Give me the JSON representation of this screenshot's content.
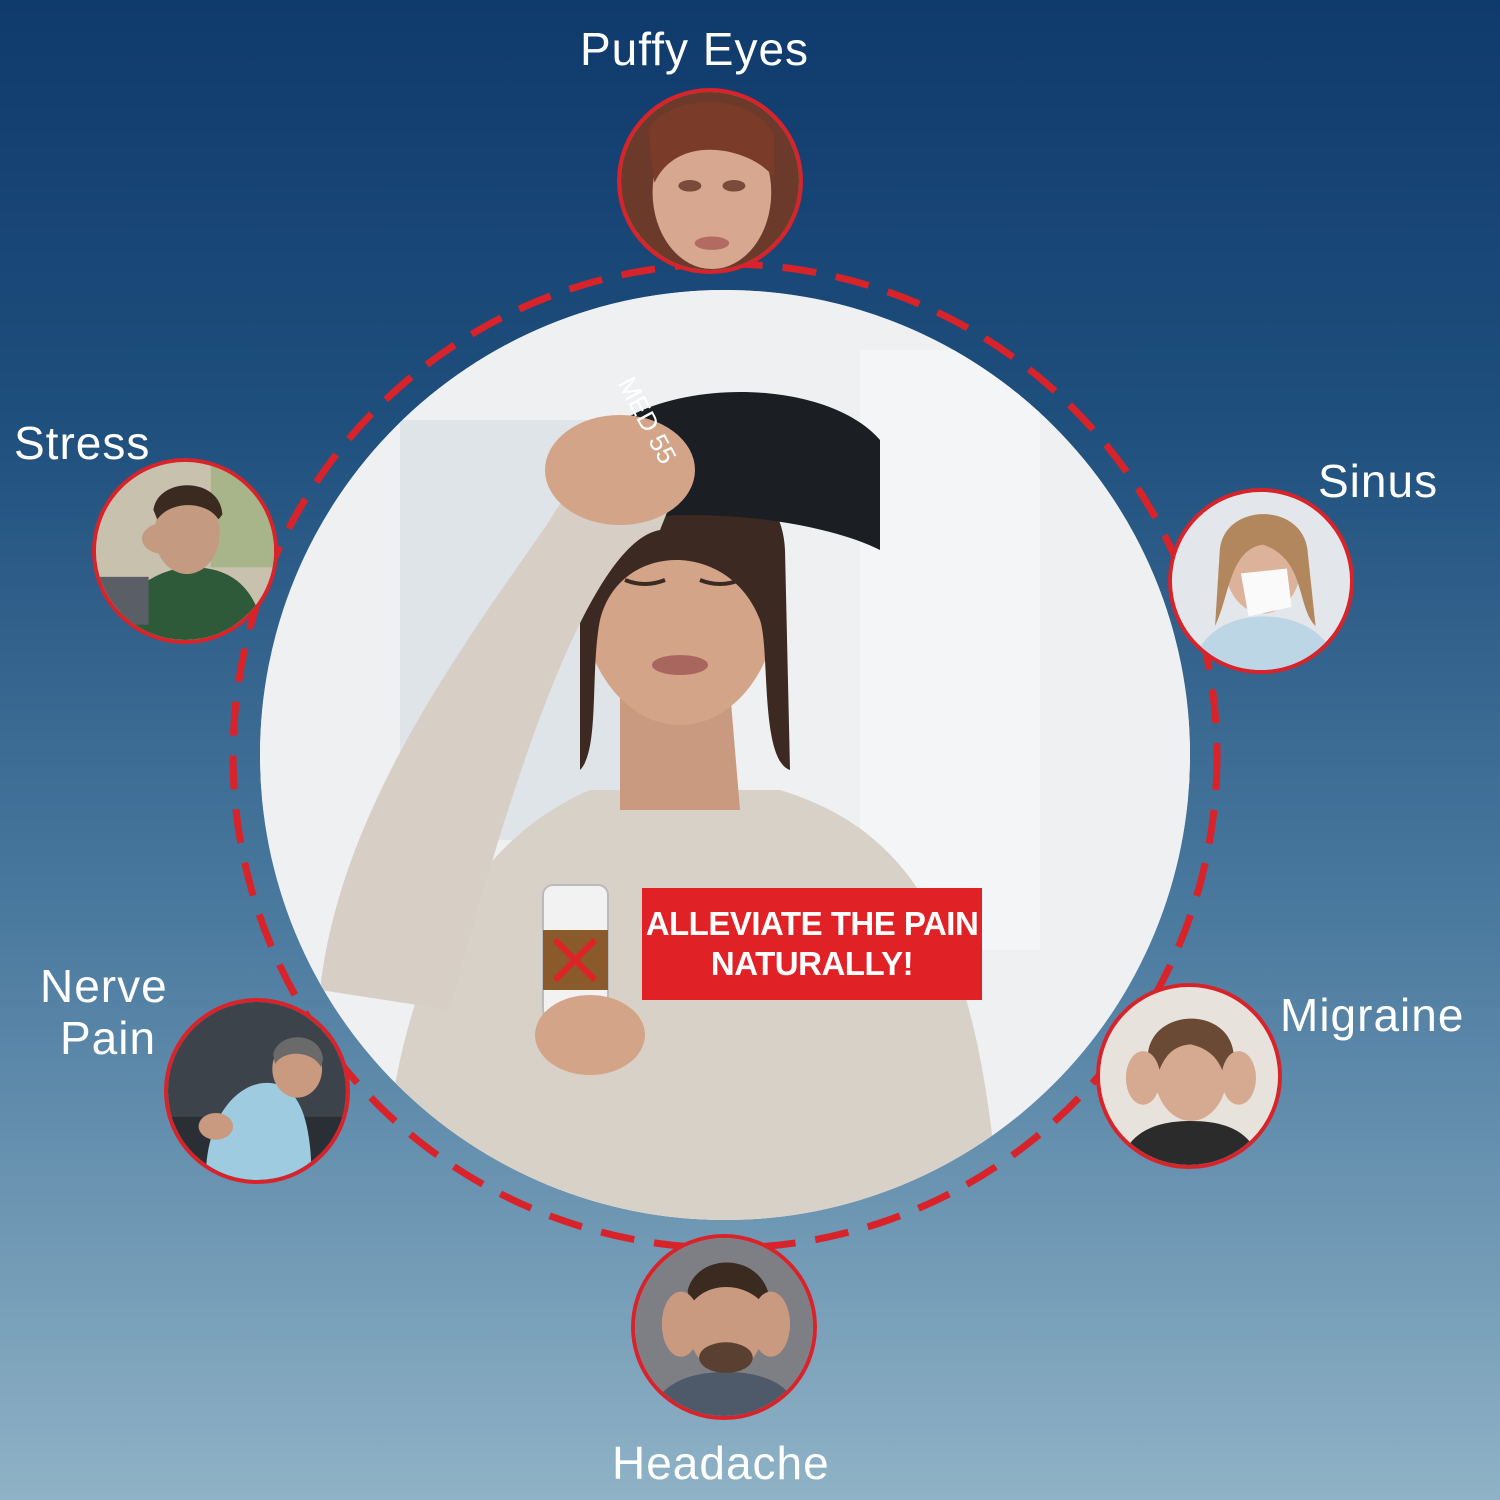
{
  "callout": {
    "line1": "ALLEVIATE THE PAIN",
    "line2": "NATURALLY!",
    "color": "#e02226"
  },
  "product": {
    "headband_logo_text": "MED 55"
  },
  "symptoms": [
    {
      "id": "puffy-eyes",
      "label": "Puffy Eyes"
    },
    {
      "id": "sinus",
      "label": "Sinus"
    },
    {
      "id": "migraine",
      "label": "Migraine"
    },
    {
      "id": "headache",
      "label": "Headache"
    },
    {
      "id": "nerve-pain",
      "label_line1": "Nerve",
      "label_line2": "Pain"
    },
    {
      "id": "stress",
      "label": "Stress"
    }
  ],
  "colors": {
    "ring": "#d8232a",
    "background_top": "#0f3a6c",
    "background_bottom": "#8fb2c6",
    "label_text": "#ffffff"
  }
}
